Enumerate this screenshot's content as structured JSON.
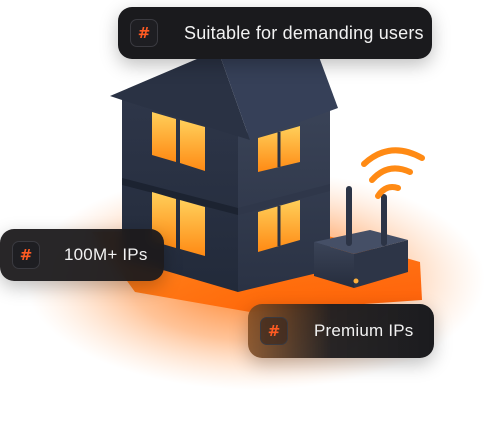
{
  "chips": {
    "top": {
      "icon": "#",
      "label": "Suitable for demanding users"
    },
    "left": {
      "icon": "#",
      "label": "100M+ IPs"
    },
    "bottom": {
      "icon": "#",
      "label": "Premium IPs"
    }
  },
  "colors": {
    "accent": "#ff5b22",
    "glow": "#ff7a1a",
    "house": "#2b3346",
    "window": "#ffb03a",
    "chip_bg": "#1a1a1d"
  }
}
